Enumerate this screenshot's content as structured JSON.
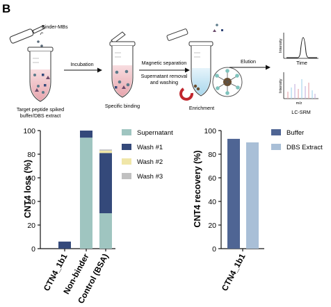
{
  "panel_letter": "B",
  "workflow": {
    "reagent_label": "Binder-MBs",
    "arrow_incubation": "Incubation",
    "arrow_magnetic": "Magnetic separation",
    "arrow_supernatant_line1": "Supernatant removal",
    "arrow_supernatant_line2": "and washing",
    "arrow_elution": "Elution",
    "tube1_caption_line1": "Target peptide spiked",
    "tube1_caption_line2": "buffer/DBS extract",
    "tube2_caption": "Specific binding",
    "tube3_caption": "Enrichment",
    "ms_caption": "LC-SRM",
    "ms_top_ylabel": "Intensity",
    "ms_top_xlabel": "Time",
    "ms_bottom_ylabel": "Intensity",
    "ms_bottom_xlabel": "m/z"
  },
  "chart_data": [
    {
      "type": "bar",
      "stacked": true,
      "ylabel": "CNT4 loss (%)",
      "ylim": [
        0,
        100
      ],
      "yticks": [
        0,
        20,
        40,
        60,
        80,
        100
      ],
      "categories": [
        "CTN4_1b1",
        "Non-binder",
        "Control (BSA)"
      ],
      "series": [
        {
          "name": "Supernatant",
          "color": "#9fc5c0",
          "values": [
            0,
            94,
            30
          ]
        },
        {
          "name": "Wash #1",
          "color": "#34497a",
          "values": [
            6,
            6,
            51
          ]
        },
        {
          "name": "Wash #2",
          "color": "#f0e6a8",
          "values": [
            0,
            0,
            2
          ]
        },
        {
          "name": "Wash #3",
          "color": "#c0c0c0",
          "values": [
            0,
            0,
            1
          ]
        }
      ],
      "legend_position": "right"
    },
    {
      "type": "bar",
      "ylabel": "CNT4 recovery (%)",
      "ylim": [
        0,
        100
      ],
      "yticks": [
        0,
        20,
        40,
        60,
        80,
        100
      ],
      "categories": [
        "CTN4_1b1"
      ],
      "series": [
        {
          "name": "Buffer",
          "color": "#4f6594",
          "values": [
            93
          ]
        },
        {
          "name": "DBS Extract",
          "color": "#a9bfd7",
          "values": [
            90
          ]
        }
      ],
      "legend_position": "right"
    }
  ]
}
